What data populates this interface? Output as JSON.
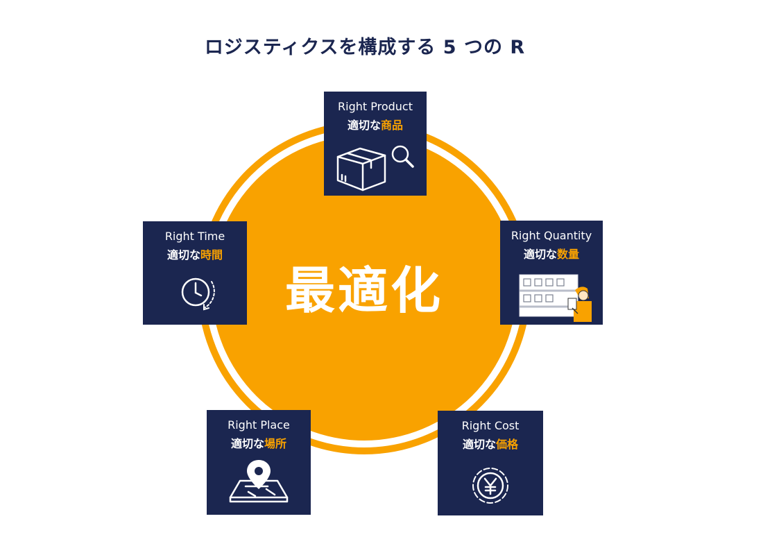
{
  "title": "ロジスティクスを構成する 5 つの R",
  "center_label": "最適化",
  "colors": {
    "navy": "#1b2650",
    "accent": "#f9a200",
    "white": "#ffffff"
  },
  "cards": {
    "product": {
      "en": "Right Product",
      "jp_prefix": "適切な",
      "jp_highlight": "商品",
      "icon": "box-search-icon"
    },
    "quantity": {
      "en": "Right Quantity",
      "jp_prefix": "適切な",
      "jp_highlight": "数量",
      "icon": "warehouse-worker-icon"
    },
    "cost": {
      "en": "Right Cost",
      "jp_prefix": "適切な",
      "jp_highlight": "価格",
      "icon": "yen-coin-icon"
    },
    "place": {
      "en": "Right Place",
      "jp_prefix": "適切な",
      "jp_highlight": "場所",
      "icon": "map-pin-icon"
    },
    "time": {
      "en": "Right Time",
      "jp_prefix": "適切な",
      "jp_highlight": "時間",
      "icon": "clock-icon"
    }
  }
}
